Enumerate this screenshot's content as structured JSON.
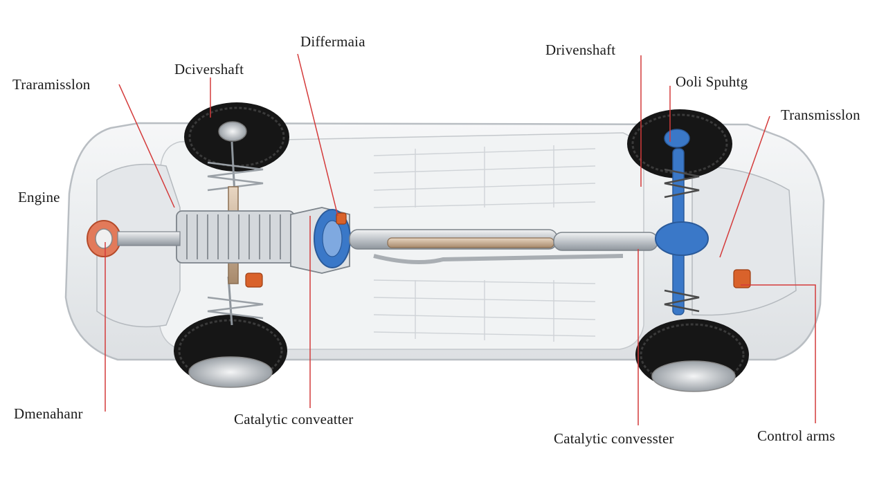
{
  "labels": {
    "transmission_left": "Traramisslon",
    "driveshaft_left": "Dcivershaft",
    "differential": "Differmaia",
    "driveshaft_right": "Drivenshaft",
    "coil_springs": "Ooli Spuhtg",
    "transmission_right": "Transmisslon",
    "engine": "Engine",
    "driveshaft_bottom": "Dmenahanr",
    "catalytic_left": "Catalytic conveatter",
    "catalytic_right": "Catalytic convesster",
    "control_arms": "Control arms"
  },
  "colors": {
    "leader_line": "#d43a3a",
    "body_fill": "#eef0f2",
    "body_stroke": "#b9bec3",
    "tire": "#161616",
    "rim": "#d9dcdf",
    "exhaust": "#c8ccd0",
    "accent_blue": "#3a78c8",
    "accent_orange": "#d9622b"
  }
}
